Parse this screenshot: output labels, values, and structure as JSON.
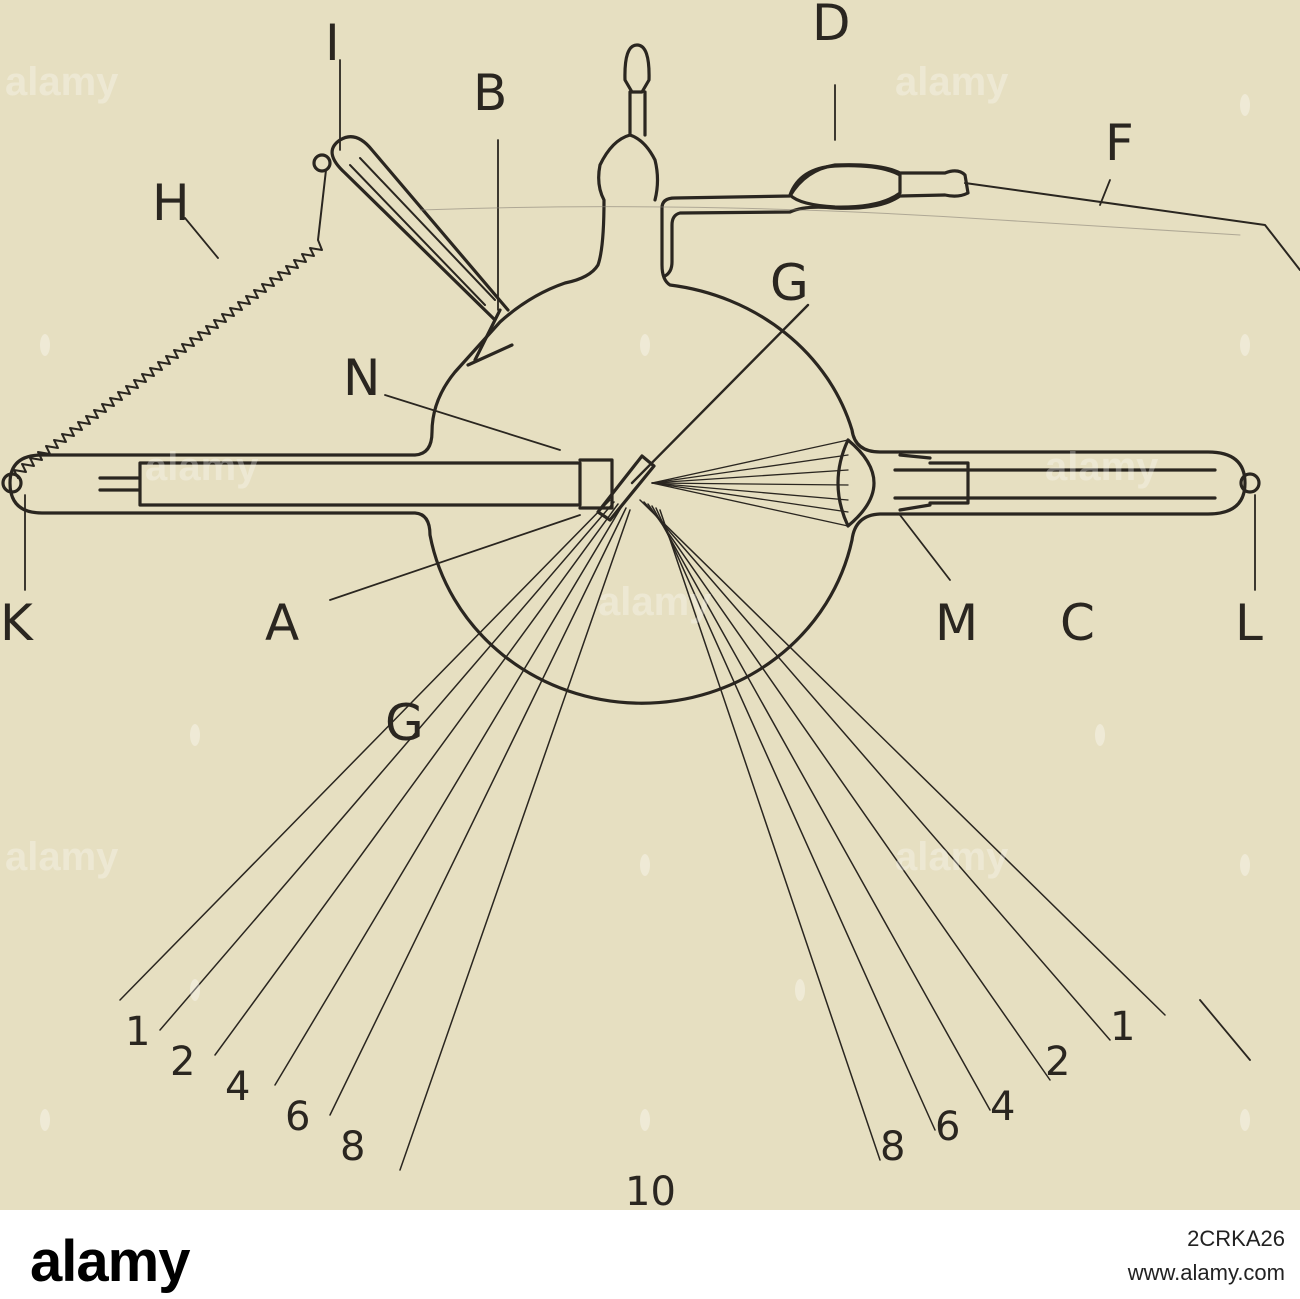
{
  "labels": {
    "A": "A",
    "B": "B",
    "C": "C",
    "D": "D",
    "F": "F",
    "G_top": "G",
    "G_bottom": "G",
    "H": "H",
    "I": "I",
    "K": "K",
    "L": "L",
    "M": "M",
    "N": "N"
  },
  "rays_left": [
    "1",
    "2",
    "4",
    "6",
    "8"
  ],
  "rays_right": [
    "8",
    "6",
    "4",
    "2",
    "1"
  ],
  "bottom_number": "10",
  "watermark": "alamy",
  "footer": {
    "brand": "alamy",
    "image_id": "2CRKA26",
    "url": "www.alamy.com"
  },
  "colors": {
    "paper": "#e6dfc1",
    "ink": "#2a2620"
  }
}
